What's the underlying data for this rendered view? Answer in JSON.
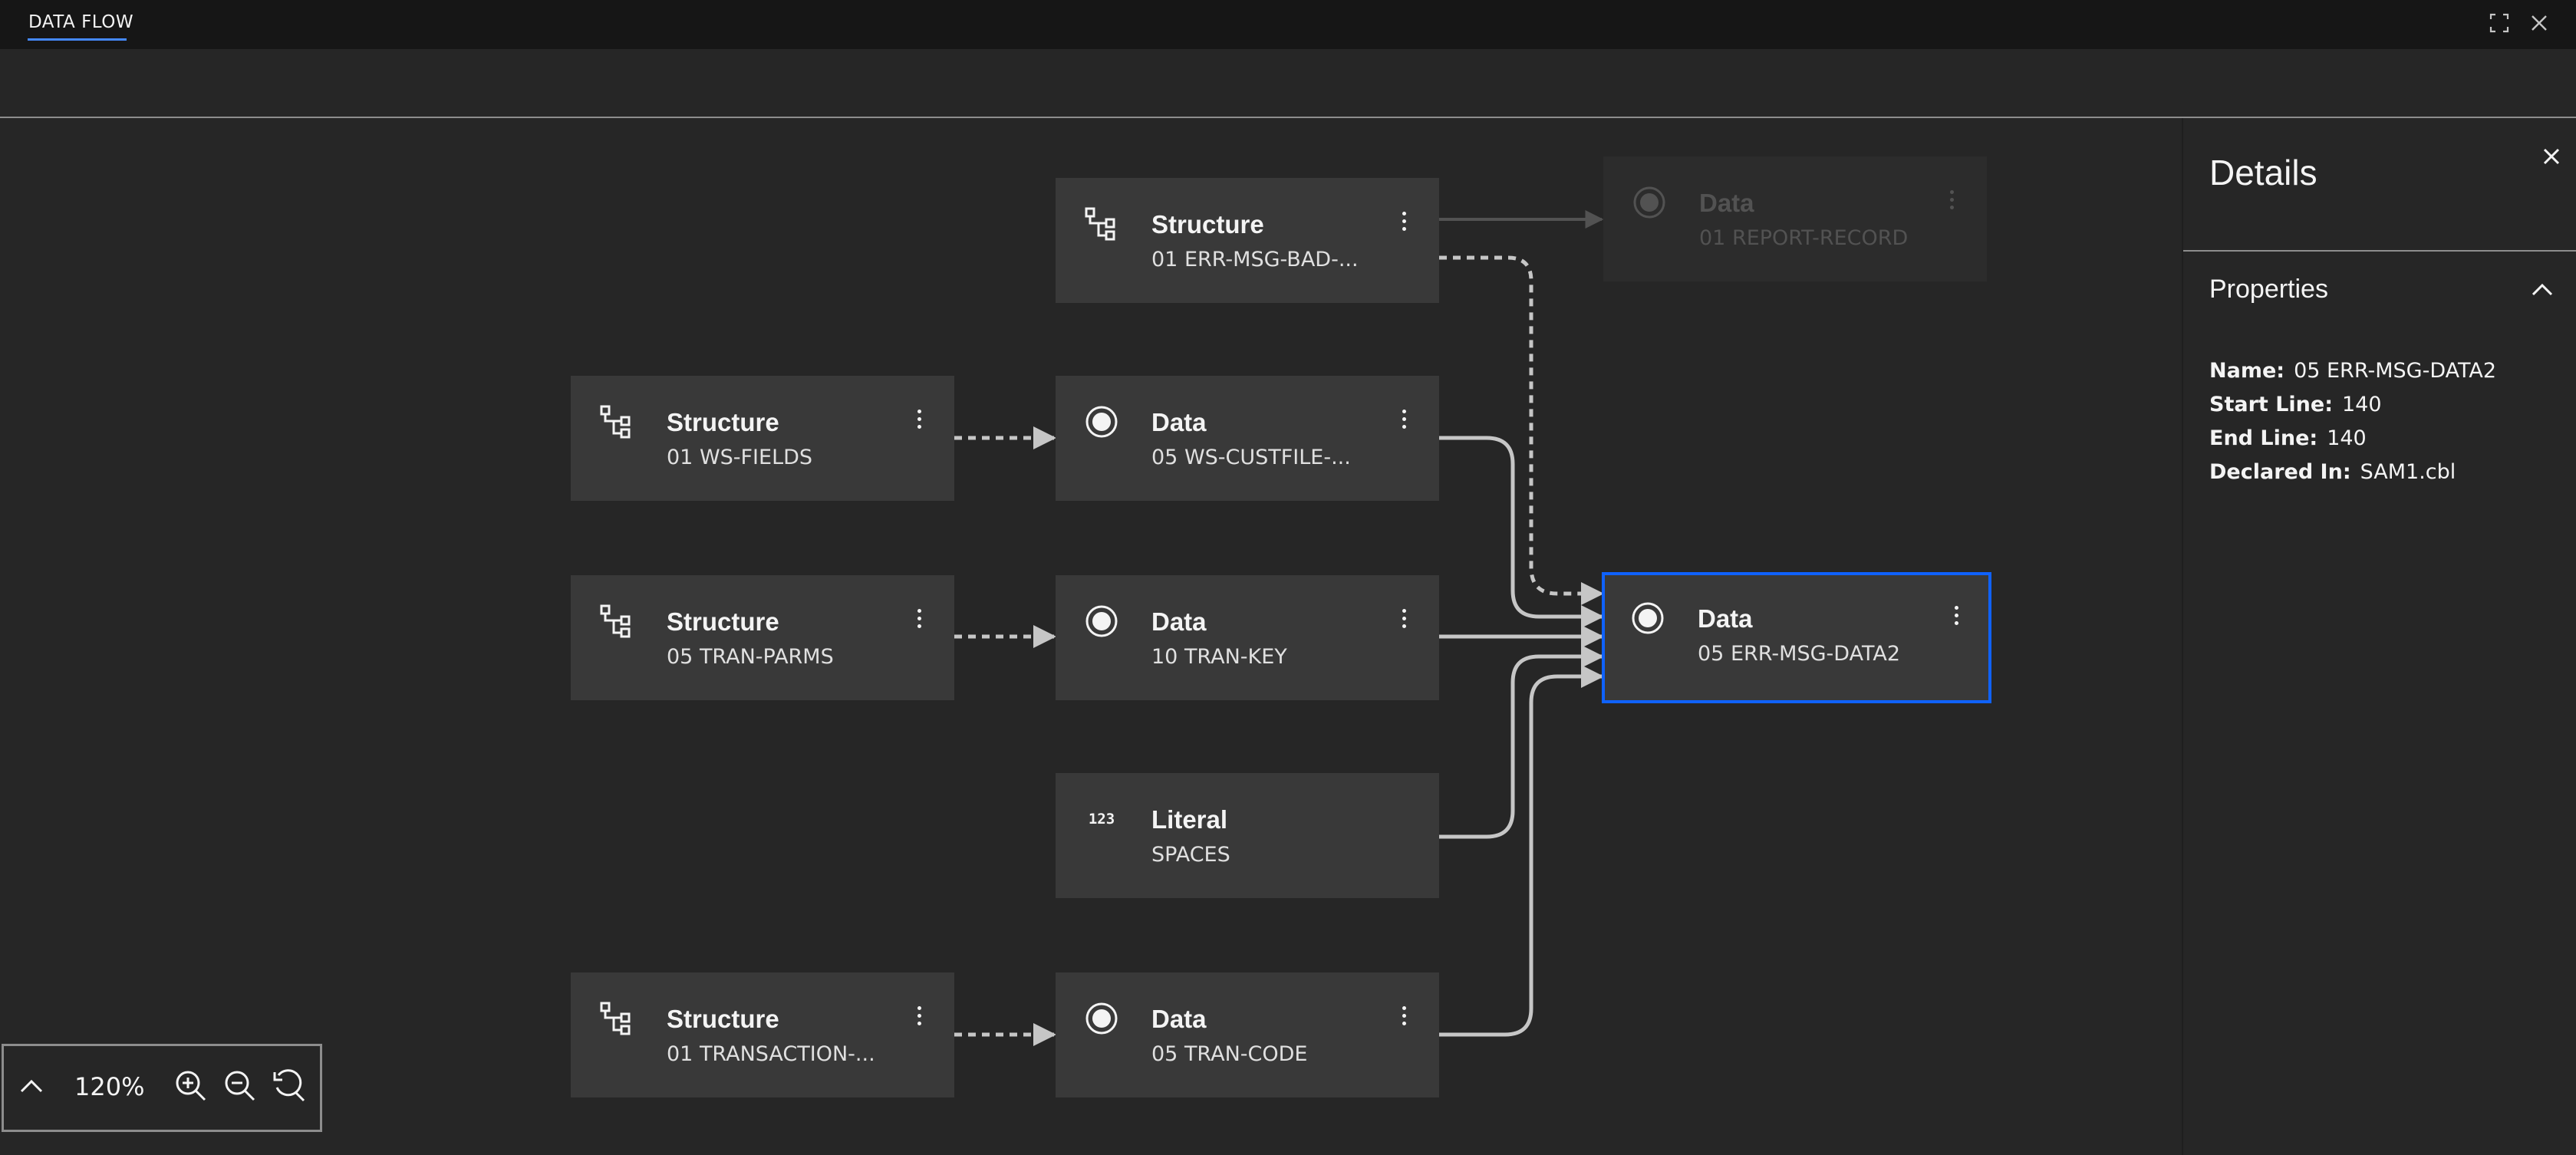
{
  "window": {
    "tab_label": "DATA FLOW",
    "maximize_icon": "maximize-icon",
    "close_icon": "close-icon"
  },
  "graph": {
    "nodes": {
      "err_msg_bad": {
        "type": "Structure",
        "name": "01 ERR-MSG-BAD-...",
        "icon": "structure-icon"
      },
      "report_record": {
        "type": "Data",
        "name": "01 REPORT-RECORD",
        "icon": "data-icon"
      },
      "ws_fields": {
        "type": "Structure",
        "name": "01 WS-FIELDS",
        "icon": "structure-icon"
      },
      "ws_custfile": {
        "type": "Data",
        "name": "05 WS-CUSTFILE-...",
        "icon": "data-icon"
      },
      "tran_parms": {
        "type": "Structure",
        "name": "05 TRAN-PARMS",
        "icon": "structure-icon"
      },
      "tran_key": {
        "type": "Data",
        "name": "10 TRAN-KEY",
        "icon": "data-icon"
      },
      "err_msg_data2": {
        "type": "Data",
        "name": "05 ERR-MSG-DATA2",
        "icon": "data-icon"
      },
      "literal_spaces": {
        "type": "Literal",
        "name": "SPACES",
        "icon": "literal-123-icon",
        "icon_text": "123"
      },
      "transaction": {
        "type": "Structure",
        "name": "01 TRANSACTION-...",
        "icon": "structure-icon"
      },
      "tran_code": {
        "type": "Data",
        "name": "05 TRAN-CODE",
        "icon": "data-icon"
      }
    }
  },
  "details": {
    "title": "Details",
    "section_title": "Properties",
    "properties": [
      {
        "key": "Name:",
        "value": "05 ERR-MSG-DATA2"
      },
      {
        "key": "Start Line:",
        "value": "140"
      },
      {
        "key": "End Line:",
        "value": "140"
      },
      {
        "key": "Declared In:",
        "value": "SAM1.cbl"
      }
    ]
  },
  "zoom": {
    "level": "120%"
  },
  "colors": {
    "accent": "#0f62fe",
    "tab_underline": "#4589ff",
    "node_bg": "#393939",
    "edge": "#c6c6c6"
  }
}
